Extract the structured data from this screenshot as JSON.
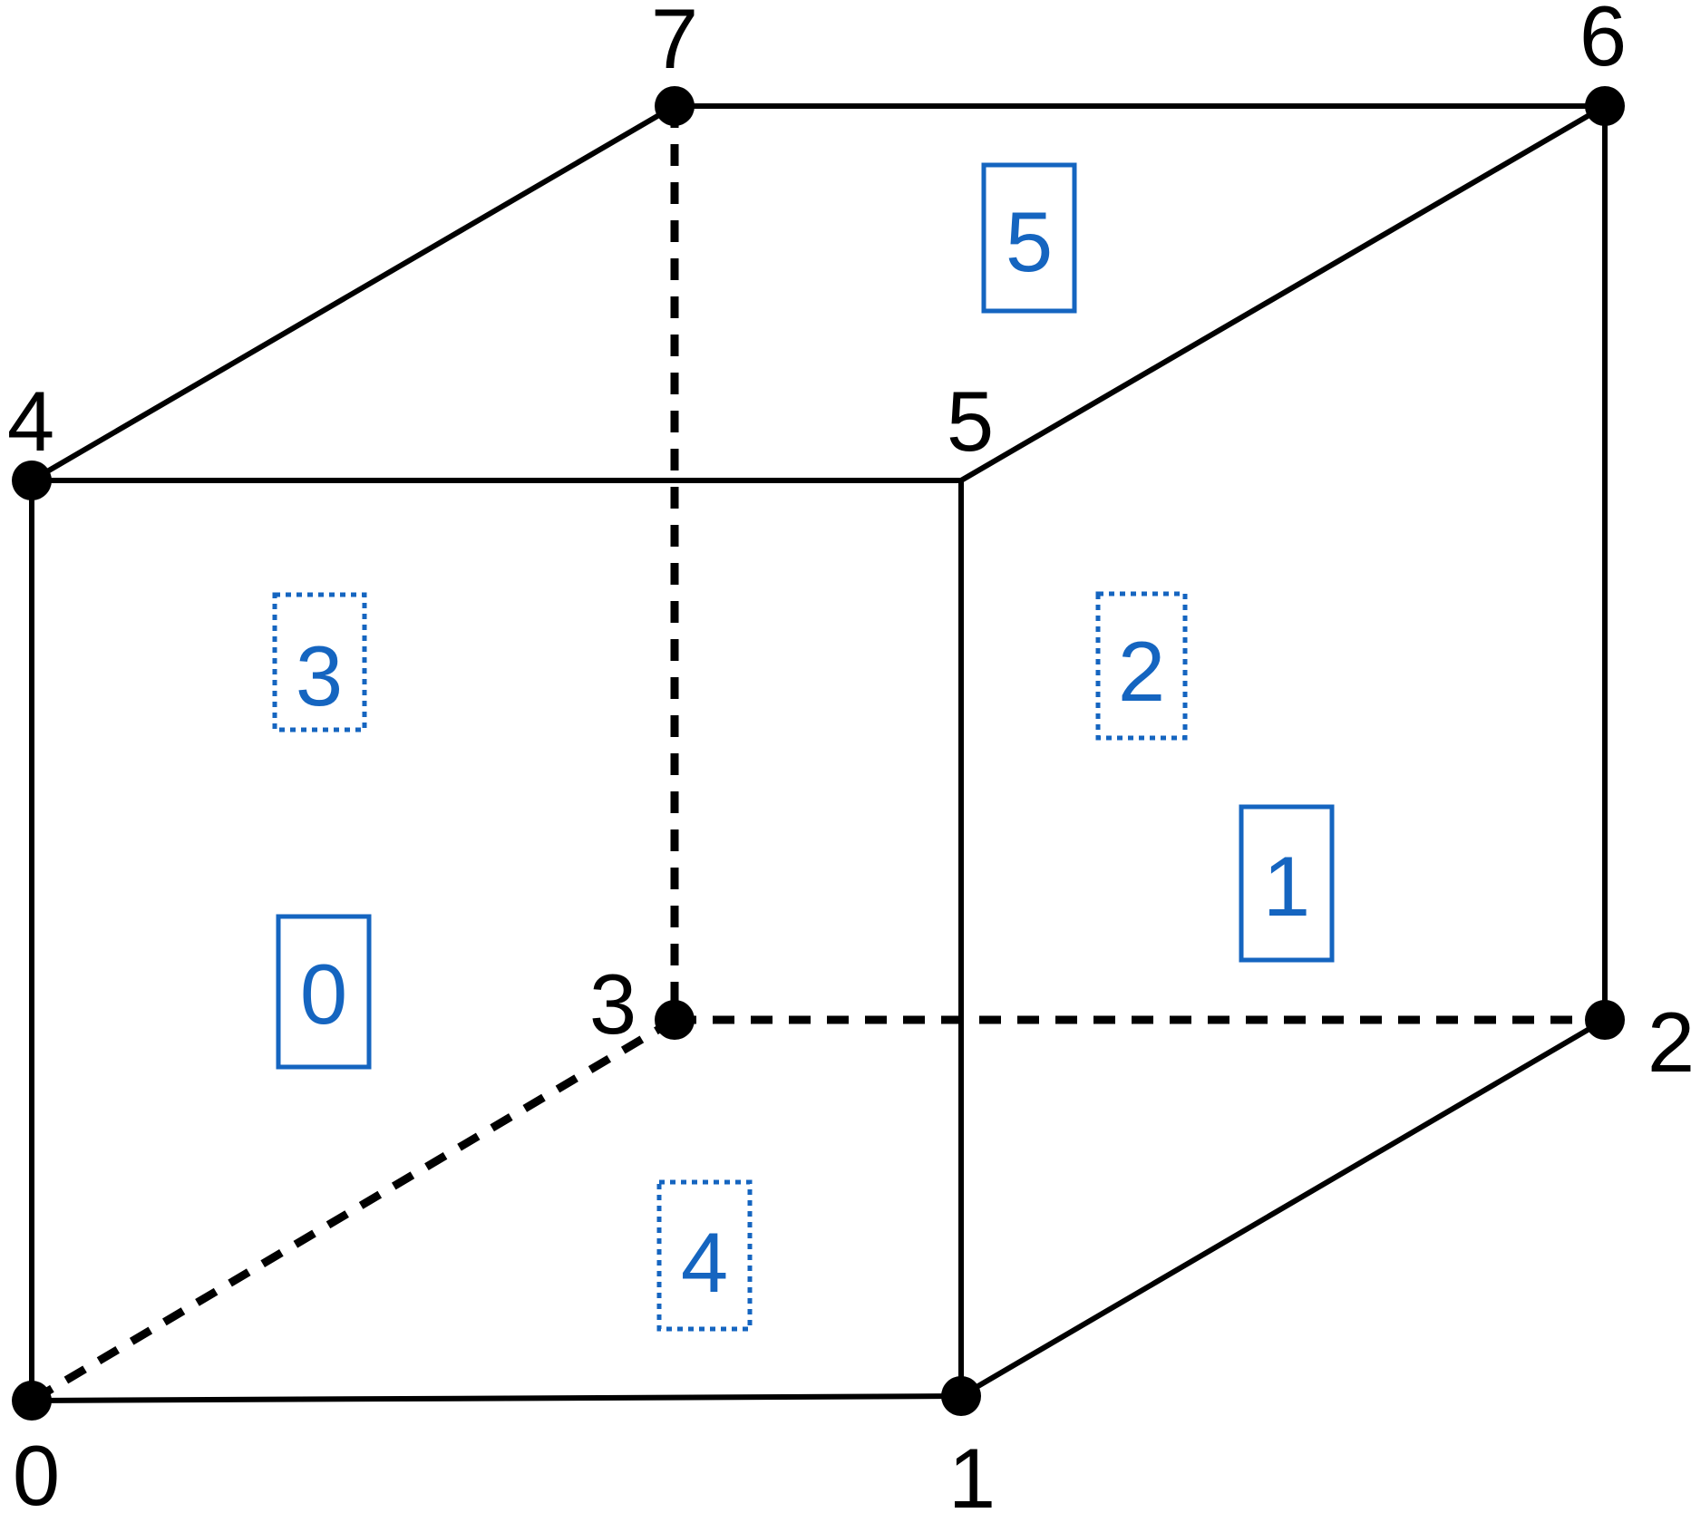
{
  "colors": {
    "edge": "#000000",
    "face_label": "#1565c0"
  },
  "vertices": [
    {
      "id": "0",
      "label": "0"
    },
    {
      "id": "1",
      "label": "1"
    },
    {
      "id": "2",
      "label": "2"
    },
    {
      "id": "3",
      "label": "3"
    },
    {
      "id": "4",
      "label": "4"
    },
    {
      "id": "5",
      "label": "5"
    },
    {
      "id": "6",
      "label": "6"
    },
    {
      "id": "7",
      "label": "7"
    }
  ],
  "edges": [
    {
      "from": "0",
      "to": "1",
      "style": "solid"
    },
    {
      "from": "1",
      "to": "5",
      "style": "solid"
    },
    {
      "from": "5",
      "to": "4",
      "style": "solid"
    },
    {
      "from": "4",
      "to": "0",
      "style": "solid"
    },
    {
      "from": "4",
      "to": "7",
      "style": "solid"
    },
    {
      "from": "7",
      "to": "6",
      "style": "solid"
    },
    {
      "from": "6",
      "to": "5",
      "style": "solid"
    },
    {
      "from": "6",
      "to": "2",
      "style": "solid"
    },
    {
      "from": "2",
      "to": "1",
      "style": "solid"
    },
    {
      "from": "7",
      "to": "3",
      "style": "dashed"
    },
    {
      "from": "3",
      "to": "2",
      "style": "dashed"
    },
    {
      "from": "3",
      "to": "0",
      "style": "dashed"
    }
  ],
  "faces": [
    {
      "id": "0",
      "label": "0",
      "border": "solid"
    },
    {
      "id": "1",
      "label": "1",
      "border": "solid"
    },
    {
      "id": "2",
      "label": "2",
      "border": "dotted"
    },
    {
      "id": "3",
      "label": "3",
      "border": "dotted"
    },
    {
      "id": "4",
      "label": "4",
      "border": "dotted"
    },
    {
      "id": "5",
      "label": "5",
      "border": "solid"
    }
  ]
}
